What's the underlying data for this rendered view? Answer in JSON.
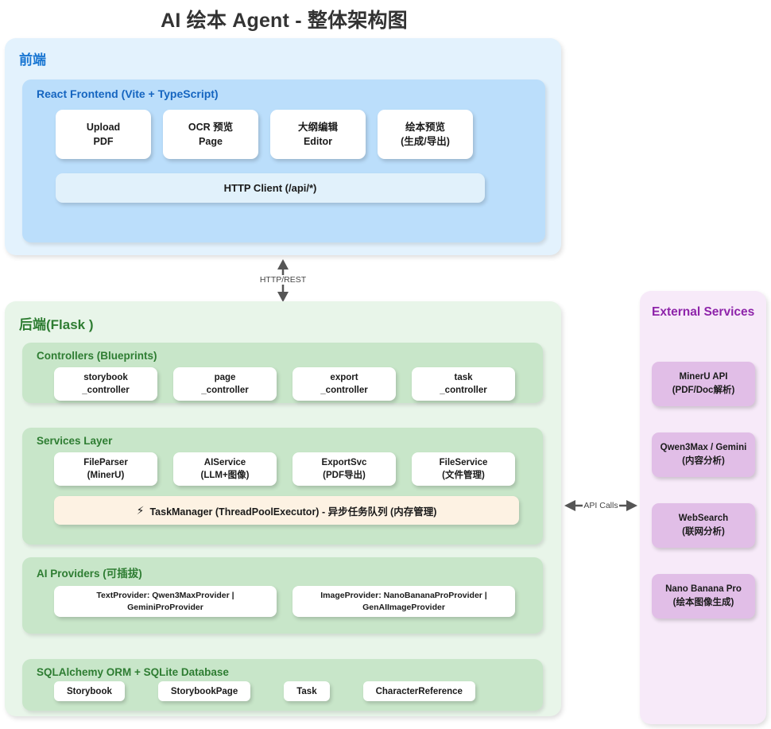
{
  "title": "AI 绘本 Agent - 整体架构图",
  "frontend": {
    "panel_title": "前端",
    "accent_color": "#1976d2",
    "panel_color": "#e3f2fd",
    "react": {
      "title": "React Frontend (Vite + TypeScript)",
      "panel_color": "#bbdefb",
      "boxes": [
        {
          "line1": "Upload",
          "line2": "PDF"
        },
        {
          "line1": "OCR 预览",
          "line2": "Page"
        },
        {
          "line1": "大纲编辑",
          "line2": "Editor"
        },
        {
          "line1": "绘本预览",
          "line2": "(生成/导出)"
        }
      ],
      "http_client": "HTTP Client (/api/*)"
    }
  },
  "connector_vertical": {
    "label": "HTTP/REST",
    "direction": "bidirectional-vertical",
    "arrow_color": "#555555"
  },
  "backend": {
    "panel_title": "后端(Flask )",
    "accent_color": "#2e7d32",
    "panel_color": "#e8f5e9",
    "controllers": {
      "title": "Controllers (Blueprints)",
      "boxes": [
        {
          "line1": "storybook",
          "line2": "_controller"
        },
        {
          "line1": "page",
          "line2": "_controller"
        },
        {
          "line1": "export",
          "line2": "_controller"
        },
        {
          "line1": "task",
          "line2": "_controller"
        }
      ]
    },
    "services": {
      "title": "Services Layer",
      "boxes": [
        {
          "line1": "FileParser",
          "line2": "(MinerU)"
        },
        {
          "line1": "AIService",
          "line2": "(LLM+图像)"
        },
        {
          "line1": "ExportSvc",
          "line2": "(PDF导出)"
        },
        {
          "line1": "FileService",
          "line2": "(文件管理)"
        }
      ],
      "task_manager": {
        "icon": "lightning-bolt-icon",
        "icon_glyph": "⚡",
        "label": "TaskManager (ThreadPoolExecutor) - 异步任务队列 (内存管理)",
        "color": "#fdf2e3"
      }
    },
    "providers": {
      "title": "AI Providers (可插拔)",
      "boxes": [
        {
          "line1": "TextProvider: Qwen3MaxProvider |",
          "line2": "GeminiProProvider"
        },
        {
          "line1": "ImageProvider: NanoBananaProProvider |",
          "line2": "GenAIImageProvider"
        }
      ]
    },
    "database": {
      "title": "SQLAlchemy ORM + SQLite Database",
      "entities": [
        "Storybook",
        "StorybookPage",
        "Task",
        "CharacterReference"
      ]
    }
  },
  "connector_horizontal": {
    "label": "API Calls",
    "direction": "bidirectional-horizontal",
    "arrow_color": "#555555"
  },
  "external": {
    "panel_title": "External Services",
    "accent_color": "#8e24aa",
    "panel_color": "#f7eaf9",
    "box_color": "#e1bee7",
    "boxes": [
      {
        "line1": "MinerU API",
        "line2": "(PDF/Doc解析)"
      },
      {
        "line1": "Qwen3Max / Gemini",
        "line2": "(内容分析)"
      },
      {
        "line1": "WebSearch",
        "line2": "(联网分析)"
      },
      {
        "line1": "Nano Banana Pro",
        "line2": "(绘本图像生成)"
      }
    ]
  }
}
